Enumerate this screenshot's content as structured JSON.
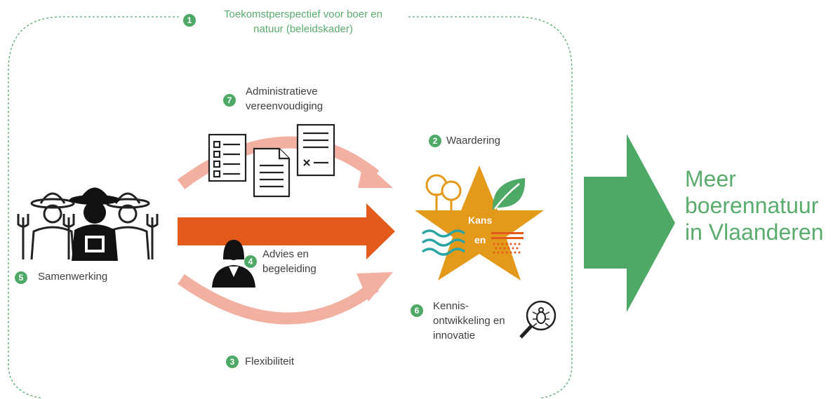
{
  "frame": {
    "number": "1",
    "label": "Toekomstperspectief voor boer en\nnatuur (beleidskader)"
  },
  "items": {
    "administratie": {
      "number": "7",
      "label": "Administratieve\nvereenvoudiging"
    },
    "waardering": {
      "number": "2",
      "label": "Waardering"
    },
    "advies": {
      "number": "4",
      "label": "Advies en\nbegeleiding"
    },
    "samenwerking": {
      "number": "5",
      "label": "Samenwerking"
    },
    "kennis": {
      "number": "6",
      "label": "Kennis-\nontwikkeling en\ninnovatie"
    },
    "flexibiliteit": {
      "number": "3",
      "label": "Flexibiliteit"
    }
  },
  "star": {
    "line1": "Kans",
    "line2": "en"
  },
  "result": {
    "label": "Meer\nboerennatuur\nin Vlaanderen"
  },
  "colors": {
    "green": "#4ea866",
    "arrow_main": "#e35b1a",
    "arrow_light": "#f2b0a0",
    "star": "#e39a1b",
    "big_arrow": "#4ea866"
  }
}
